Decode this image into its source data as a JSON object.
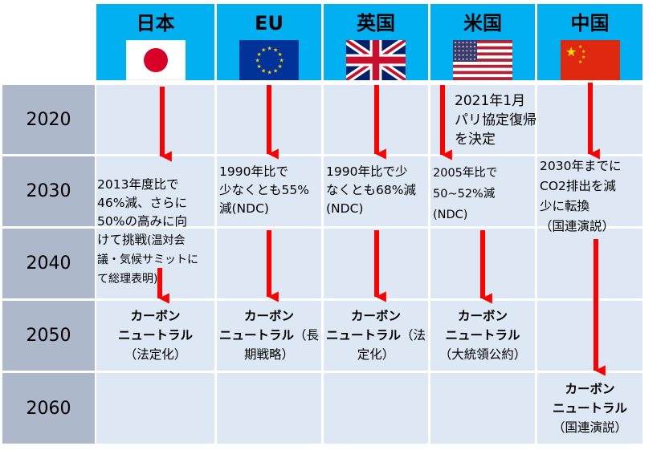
{
  "columns": [
    {
      "name": "日本",
      "flag": "japan-flag"
    },
    {
      "name": "EU",
      "flag": "eu-flag"
    },
    {
      "name": "英国",
      "flag": "uk-flag"
    },
    {
      "name": "米国",
      "flag": "us-flag"
    },
    {
      "name": "中国",
      "flag": "china-flag"
    }
  ],
  "years": [
    "2020",
    "2030",
    "2040",
    "2050",
    "2060"
  ],
  "targets": {
    "japan": "2013年度比で\n46%減、さらに\n50%の高みに向\nけて挑戦",
    "japan_note": "(温対会\n議・気候サミットに\nて総理表明)",
    "eu": "1990年比で\n少なくとも55%\n減(NDC)",
    "uk": "1990年比で少\nなくとも68%減\n(NDC)",
    "us_2020": "2021年1月\nパリ協定復帰\nを決定",
    "us": "2005年比で\n50~52%減\n(NDC)",
    "china": "2030年までに\nCO2排出を減\n少に転換\n（国連演説）"
  },
  "neutral": {
    "label1": "カーボン",
    "label2": "ニュートラル",
    "japan": "（法定化）",
    "eu_a": "（長",
    "eu_b": "期戦略）",
    "uk_a": "（法",
    "uk_b": "定化）",
    "us": "（大統領公約）",
    "china": "（国連演説）"
  },
  "colors": {
    "header": "#00b0f0",
    "year": "#adb9ca",
    "cell": "#dde8f4",
    "arrow": "#ff0000"
  }
}
